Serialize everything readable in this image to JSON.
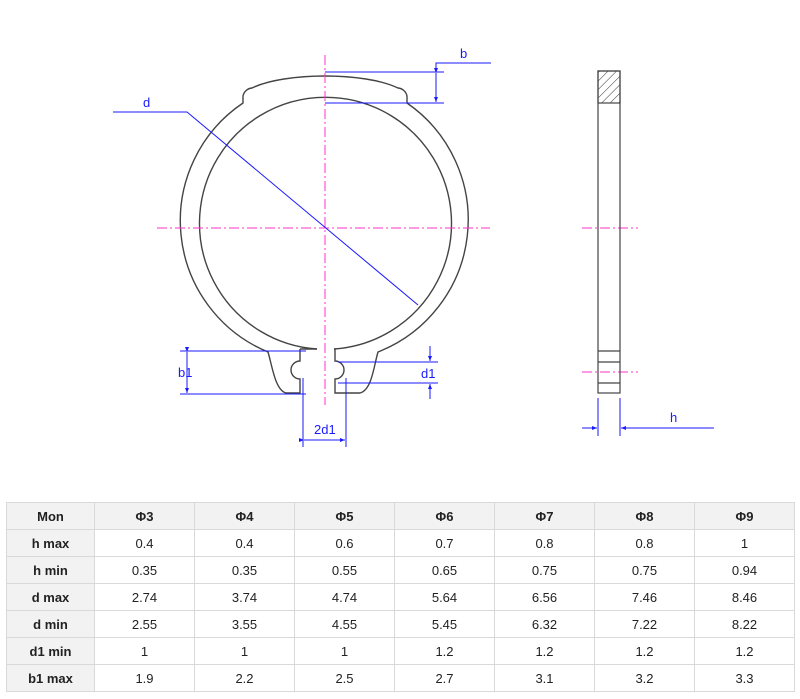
{
  "drawing": {
    "labels": {
      "d": "d",
      "b": "b",
      "b1": "b1",
      "d1": "d1",
      "two_d1": "2d1",
      "h": "h"
    },
    "colors": {
      "outline": "#444444",
      "dimension": "#1a1aff",
      "centerline": "#ff33cc",
      "hatch": "#333333"
    }
  },
  "table": {
    "header": [
      "Mon",
      "Φ3",
      "Φ4",
      "Φ5",
      "Φ6",
      "Φ7",
      "Φ8",
      "Φ9"
    ],
    "rows": [
      {
        "label": "h max",
        "values": [
          "0.4",
          "0.4",
          "0.6",
          "0.7",
          "0.8",
          "0.8",
          "1"
        ]
      },
      {
        "label": "h min",
        "values": [
          "0.35",
          "0.35",
          "0.55",
          "0.65",
          "0.75",
          "0.75",
          "0.94"
        ]
      },
      {
        "label": "d max",
        "values": [
          "2.74",
          "3.74",
          "4.74",
          "5.64",
          "6.56",
          "7.46",
          "8.46"
        ]
      },
      {
        "label": "d min",
        "values": [
          "2.55",
          "3.55",
          "4.55",
          "5.45",
          "6.32",
          "7.22",
          "8.22"
        ]
      },
      {
        "label": "d1 min",
        "values": [
          "1",
          "1",
          "1",
          "1.2",
          "1.2",
          "1.2",
          "1.2"
        ]
      },
      {
        "label": "b1 max",
        "values": [
          "1.9",
          "2.2",
          "2.5",
          "2.7",
          "3.1",
          "3.2",
          "3.3"
        ]
      }
    ]
  }
}
